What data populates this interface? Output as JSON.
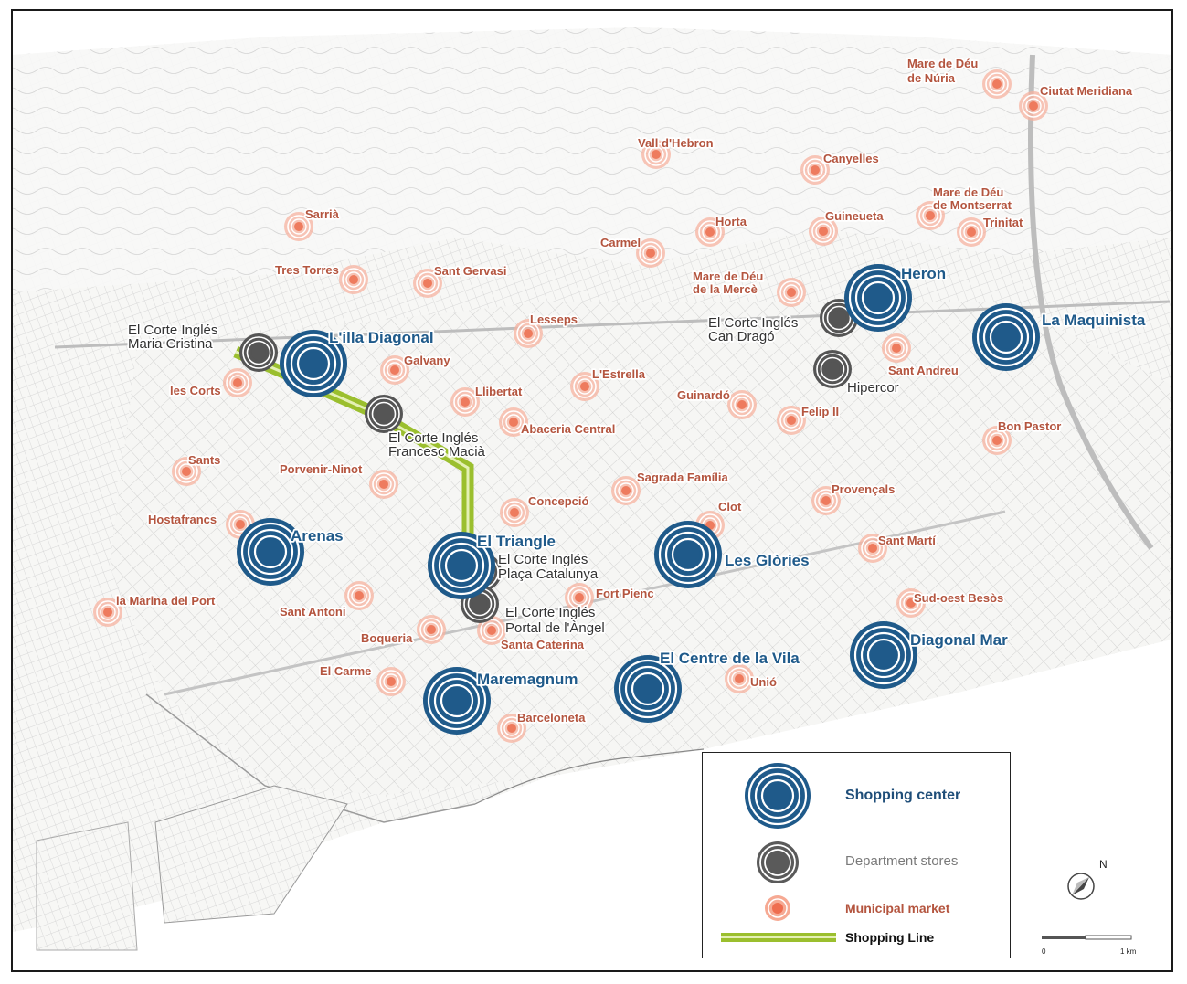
{
  "colors": {
    "shopping_center": "#1f5a8a",
    "department_store": "#555555",
    "municipal_market": "#ee7b5e",
    "shopping_line": "#9bbf2e"
  },
  "shopping_centers": [
    {
      "name": "L'illa Diagonal"
    },
    {
      "name": "Arenas"
    },
    {
      "name": "El Triangle"
    },
    {
      "name": "Maremagnum"
    },
    {
      "name": "El Centre de la Vila"
    },
    {
      "name": "Les Glòries"
    },
    {
      "name": "Diagonal Mar"
    },
    {
      "name": "Heron"
    },
    {
      "name": "La Maquinista"
    }
  ],
  "department_stores": [
    {
      "line1": "El Corte Inglés",
      "line2": "Maria Cristina"
    },
    {
      "line1": "El Corte Inglés",
      "line2": "Francesc Macià"
    },
    {
      "line1": "El Corte Inglés",
      "line2": "Plaça Catalunya"
    },
    {
      "line1": "El Corte Inglés",
      "line2": "Portal de l'Àngel"
    },
    {
      "line1": "El Corte Inglés",
      "line2": "Can Dragó"
    },
    {
      "line1": "Hipercor",
      "line2": ""
    }
  ],
  "municipal_markets": [
    {
      "line1": "Mare de Déu",
      "line2": "de Núria"
    },
    {
      "line1": "Ciutat Meridiana",
      "line2": ""
    },
    {
      "line1": "Vall d'Hebron",
      "line2": ""
    },
    {
      "line1": "Canyelles",
      "line2": ""
    },
    {
      "line1": "Mare de Déu",
      "line2": "de Montserrat"
    },
    {
      "line1": "Trinitat",
      "line2": ""
    },
    {
      "line1": "Guineueta",
      "line2": ""
    },
    {
      "line1": "Horta",
      "line2": ""
    },
    {
      "line1": "Carmel",
      "line2": ""
    },
    {
      "line1": "Sarrià",
      "line2": ""
    },
    {
      "line1": "Tres Torres",
      "line2": ""
    },
    {
      "line1": "Sant Gervasi",
      "line2": ""
    },
    {
      "line1": "Mare de Déu",
      "line2": "de la Mercè"
    },
    {
      "line1": "Lesseps",
      "line2": ""
    },
    {
      "line1": "Sant Andreu",
      "line2": ""
    },
    {
      "line1": "Galvany",
      "line2": ""
    },
    {
      "line1": "les Corts",
      "line2": ""
    },
    {
      "line1": "Llibertat",
      "line2": ""
    },
    {
      "line1": "L'Estrella",
      "line2": ""
    },
    {
      "line1": "Guinardó",
      "line2": ""
    },
    {
      "line1": "Felip II",
      "line2": ""
    },
    {
      "line1": "Abaceria Central",
      "line2": ""
    },
    {
      "line1": "Bon Pastor",
      "line2": ""
    },
    {
      "line1": "Sants",
      "line2": ""
    },
    {
      "line1": "Porvenir-Ninot",
      "line2": ""
    },
    {
      "line1": "Sagrada Família",
      "line2": ""
    },
    {
      "line1": "Provençals",
      "line2": ""
    },
    {
      "line1": "Concepció",
      "line2": ""
    },
    {
      "line1": "Clot",
      "line2": ""
    },
    {
      "line1": "Hostafrancs",
      "line2": ""
    },
    {
      "line1": "Sant Martí",
      "line2": ""
    },
    {
      "line1": "Fort Pienc",
      "line2": ""
    },
    {
      "line1": "la Marina del Port",
      "line2": ""
    },
    {
      "line1": "Sant Antoni",
      "line2": ""
    },
    {
      "line1": "Sud-oest Besòs",
      "line2": ""
    },
    {
      "line1": "Boqueria",
      "line2": ""
    },
    {
      "line1": "Santa Caterina",
      "line2": ""
    },
    {
      "line1": "El Carme",
      "line2": ""
    },
    {
      "line1": "Unió",
      "line2": ""
    },
    {
      "line1": "Barceloneta",
      "line2": ""
    }
  ],
  "legend": {
    "shopping_center": "Shopping center",
    "department_stores": "Department stores",
    "municipal_market": "Municipal market",
    "shopping_line": "Shopping Line"
  },
  "scale": {
    "start": "0",
    "end": "1 km"
  },
  "north": "N"
}
